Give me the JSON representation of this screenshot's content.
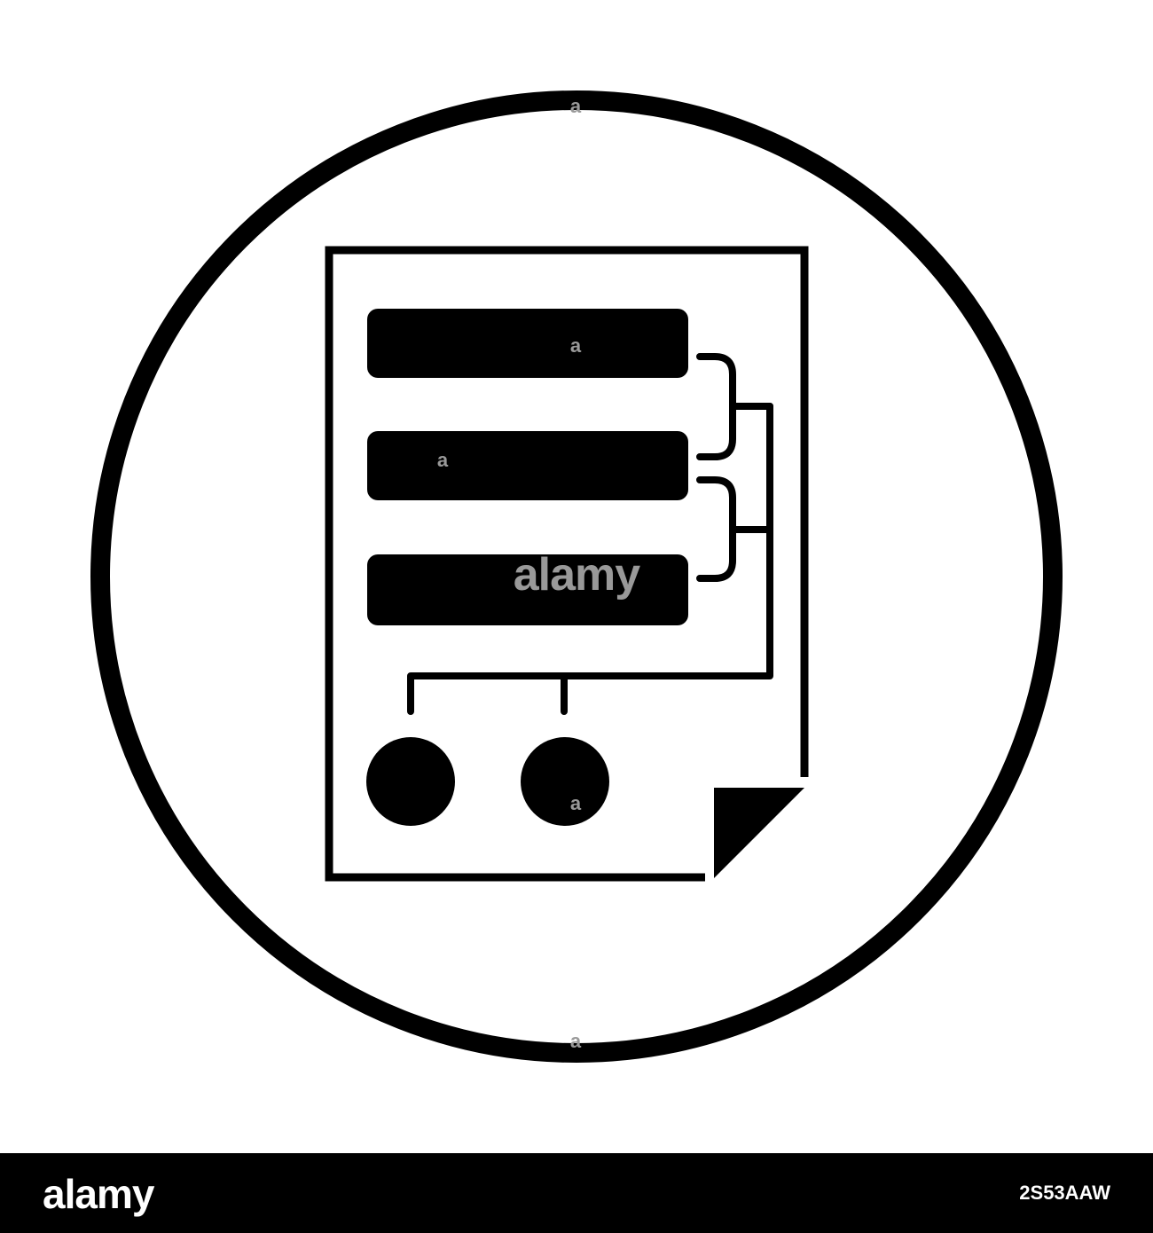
{
  "icon": {
    "subject": "document-with-hierarchy-diagram-icon",
    "ink_color": "#000000",
    "background_color": "#ffffff"
  },
  "watermark": {
    "center_text": "alamy",
    "mark_text": "a",
    "color": "#999999"
  },
  "footer": {
    "logo_text": "alamy",
    "image_id": "2S53AAW",
    "background_color": "#000000",
    "text_color": "#ffffff"
  }
}
